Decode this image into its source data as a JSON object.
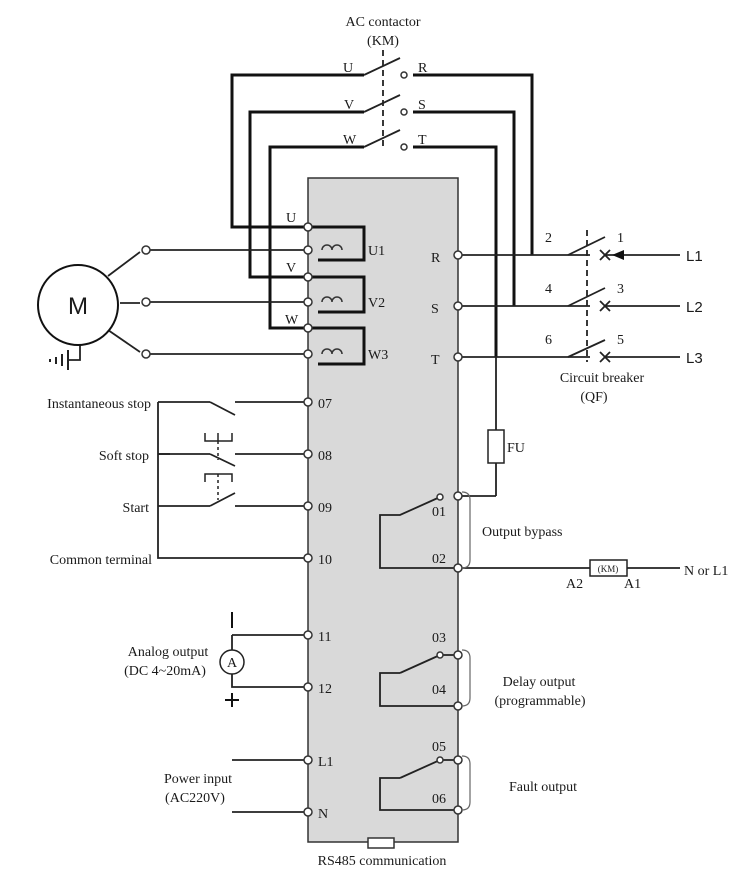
{
  "contactor": {
    "title": "AC contactor",
    "code": "(KM)",
    "in_u": "U",
    "in_v": "V",
    "in_w": "W",
    "out_r": "R",
    "out_s": "S",
    "out_t": "T"
  },
  "motor": {
    "label": "M"
  },
  "starter_terminals": {
    "u": "U",
    "u1": "U1",
    "v": "V",
    "v2": "V2",
    "w": "W",
    "w3": "W3",
    "r": "R",
    "s": "S",
    "t": "T",
    "t07": "07",
    "t08": "08",
    "t09": "09",
    "t10": "10",
    "t11": "11",
    "t12": "12",
    "tl1": "L1",
    "tn": "N",
    "r01": "01",
    "r02": "02",
    "r03": "03",
    "r04": "04",
    "r05": "05",
    "r06": "06"
  },
  "control_inputs": {
    "instantaneous_stop": "Instantaneous stop",
    "soft_stop": "Soft stop",
    "start": "Start",
    "common": "Common terminal"
  },
  "analog_output": {
    "line1": "Analog output",
    "line2": "(DC 4~20mA)",
    "meter": "A"
  },
  "power_input": {
    "line1": "Power input",
    "line2": "(AC220V)"
  },
  "breaker": {
    "line1": "Circuit breaker",
    "line2": "(QF)",
    "n1": "1",
    "n2": "2",
    "n3": "3",
    "n4": "4",
    "n5": "5",
    "n6": "6",
    "l1": "L1",
    "l2": "L2",
    "l3": "L3"
  },
  "fuse": {
    "label": "FU"
  },
  "coil": {
    "code": "(KM)",
    "a1": "A1",
    "a2": "A2",
    "supply": "N or L1"
  },
  "outputs": {
    "bypass": "Output  bypass",
    "delay1": "Delay output",
    "delay2": "(programmable)",
    "fault": "Fault output"
  },
  "rs485": {
    "label": "RS485 communication"
  }
}
